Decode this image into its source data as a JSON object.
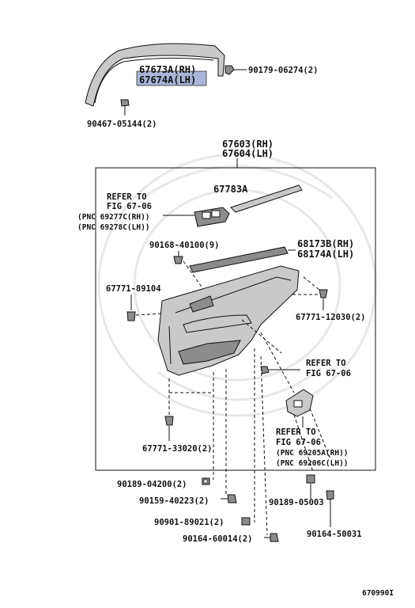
{
  "labels": {
    "moulding_rh": "67673A(RH)",
    "moulding_lh": "67674A(LH)",
    "clip_top": "90179-06274(2)",
    "screw_top": "90467-05144(2)",
    "panel_rh": "67603(RH)",
    "panel_lh": "67604(LH)",
    "armrest": "67783A",
    "refer1_a": "REFER TO",
    "refer1_b": "FIG 67-06",
    "refer1_c": "(PNC 69277C(RH))",
    "refer1_d": "(PNC 69278C(LH))",
    "clip_9": "90168-40100(9)",
    "weather_rh": "68173B(RH)",
    "weather_lh": "68174A(LH)",
    "clip_left": "67771-89104",
    "clip_right": "67771-12030(2)",
    "refer2_a": "REFER TO",
    "refer2_b": "FIG 67-06",
    "clip_bottom": "67771-33020(2)",
    "refer3_a": "REFER TO",
    "refer3_b": "FIG 67-06",
    "refer3_c": "(PNC 69205A(RH))",
    "refer3_d": "(PNC 69206C(LH))",
    "nut_1": "90189-04200(2)",
    "screw_1": "90159-40223(2)",
    "nut_2": "90189-05003",
    "clip_3": "90901-89021(2)",
    "screw_2": "90164-60014(2)",
    "screw_3": "90164-50031",
    "figure_id": "670990I"
  },
  "colors": {
    "ink": "#111111",
    "highlight": "#a9b4d8",
    "part_fill": "#c9c9c9"
  }
}
